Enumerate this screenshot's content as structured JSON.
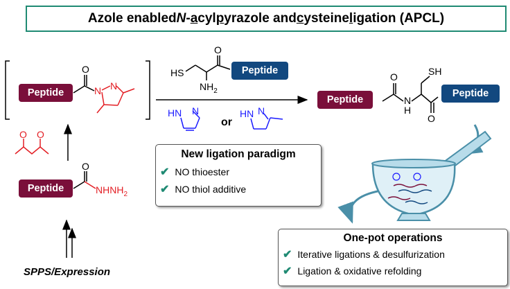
{
  "title": {
    "prefix": "Azole enabled ",
    "n_italic": "N",
    "dash": "-",
    "a_under": "a",
    "cyl": "cyl",
    "p_under": "p",
    "yrazole_and": "yrazole and ",
    "c_under": "c",
    "ysteine": "ysteine ",
    "l_under": "l",
    "igation_tail": "igation (APCL)"
  },
  "peptide_label": "Peptide",
  "chem": {
    "O": "O",
    "N": "N",
    "HS": "HS",
    "SH": "SH",
    "NH2": "NH",
    "NH2_sub": "2",
    "HN": "HN",
    "H": "H",
    "N_dash": "N",
    "nhnh2": "NHNH",
    "nhnh2_sub": "2",
    "or": "or"
  },
  "new_paradigm": {
    "heading": "New ligation paradigm",
    "items": [
      "NO thioester",
      "NO thiol additive"
    ]
  },
  "one_pot": {
    "heading": "One-pot operations",
    "items": [
      "Iterative ligations & desulfurization",
      "Ligation & oxidative refolding"
    ]
  },
  "source_label": "SPPS/Expression",
  "colors": {
    "maroon": "#7a0f3a",
    "navy": "#12487f",
    "red": "#e31e24",
    "blue": "#1a1aff",
    "teal": "#1f8a73",
    "mortar_outline": "#4a8fa8",
    "mortar_fill": "#b8dcea"
  },
  "icons": [
    "check-icon",
    "mortar-pestle-icon",
    "curved-arrow-icon",
    "reaction-arrow-icon"
  ]
}
